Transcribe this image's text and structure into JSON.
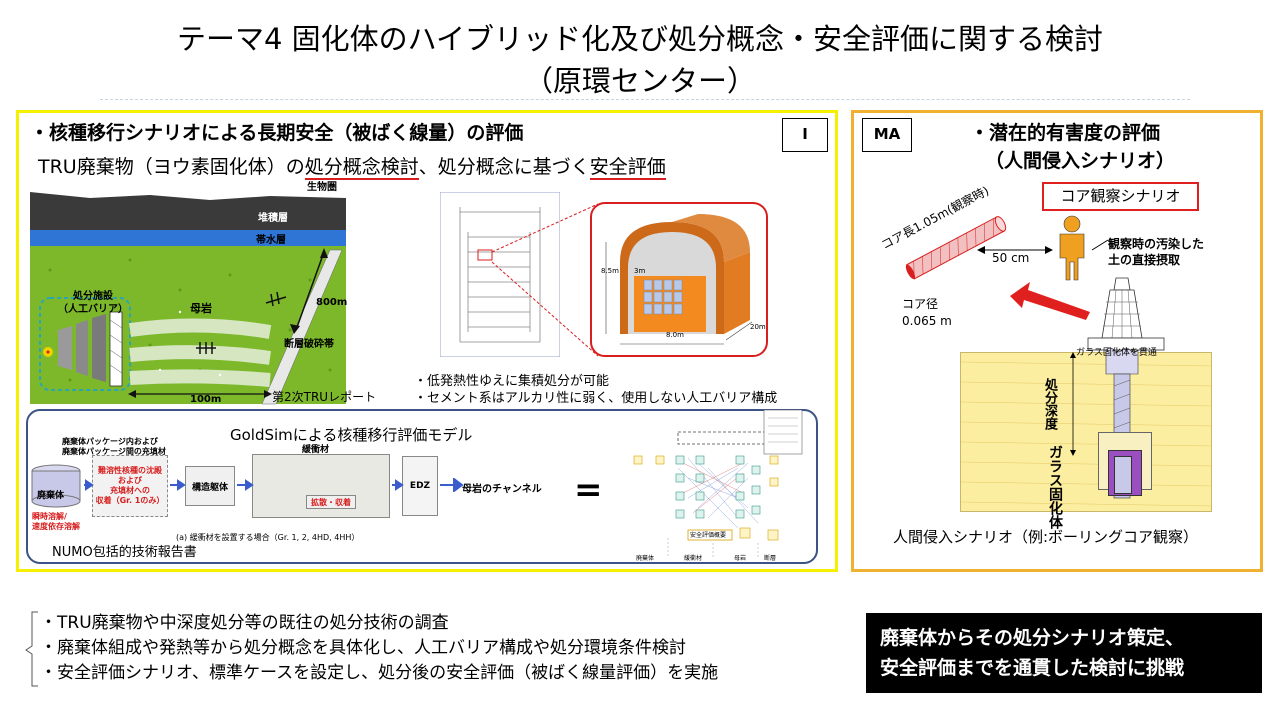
{
  "title": {
    "line1": "テーマ4  固化体のハイブリッド化及び処分概念・安全評価に関する検討",
    "line2": "（原環センター）"
  },
  "left_panel": {
    "heading": "・核種移行シナリオによる長期安全（被ばく線量）の評価",
    "badge": "I",
    "sub_pre": "TRU廃棄物（ヨウ素固化体）の",
    "sub_u1": "処分概念検討",
    "sub_mid": "、処分概念に基づく",
    "sub_u2": "安全評価",
    "geo": {
      "biosphere": "生物圏",
      "sediment": "堆積層",
      "aquifer": "帯水層",
      "facility_line1": "処分施設",
      "facility_line2": "（人工バリア）",
      "host_rock": "母岩",
      "fault": "断層破砕帯",
      "depth": "800m",
      "distance": "100m",
      "source": "第2次TRUレポート"
    },
    "tunnel_dims": {
      "h": "8.5m",
      "w": "8.0m",
      "l": "20m",
      "in": "3m"
    },
    "notes": [
      "・低発熱性ゆえに集積処分が可能",
      "・セメント系はアルカリ性に弱く、使用しない人工バリア構成"
    ],
    "goldsim": {
      "title": "GoldSimによる核種移行評価モデル",
      "pkg_label_line1": "廃棄体パッケージ内および",
      "pkg_label_line2": "廃棄体パッケージ間の充填材",
      "waste": "廃棄体",
      "dissolution_line1": "瞬時溶解/",
      "dissolution_line2": "速度依存溶解",
      "pkg_text_line1": "難溶性核種の沈殿",
      "pkg_text_line2": "および",
      "pkg_text_line3": "充填材への",
      "pkg_text_line4": "収着（Gr. 1のみ）",
      "structure": "構造躯体",
      "buffer": "緩衝材",
      "diffusion": "拡散・収着",
      "edz": "EDZ",
      "channel": "母岩のチャンネル",
      "equals": "=",
      "caption": "(a)  緩衝材を設置する場合（Gr. 1, 2, 4HD, 4HH）",
      "source": "NUMO包括的技術報告書",
      "model_labels": [
        "廃棄体",
        "緩衝材",
        "母岩",
        "断層"
      ],
      "model_box": "安全評価概要"
    }
  },
  "right_panel": {
    "badge": "MA",
    "heading1": "・潜在的有害度の評価",
    "heading2": "（人間侵入シナリオ）",
    "core_scenario": "コア観察シナリオ",
    "core_length": "コア長1.05m(観察時)",
    "distance": "50 cm",
    "observe_line1": "観察時の汚染した",
    "observe_line2": "土の直接摂取",
    "core_diam_line1": "コア径",
    "core_diam_line2": "0.065 m",
    "glass_through": "ガラス固化体を貫通",
    "disposal_depth": "処分深度",
    "glass_body_line1": "ガラス",
    "glass_body_line2": "固化体",
    "caption": "人間侵入シナリオ（例:ボーリングコア観察）"
  },
  "bottom": {
    "bullets": [
      "・TRU廃棄物や中深度処分等の既往の処分技術の調査",
      "・廃棄体組成や発熱等から処分概念を具体化し、人工バリア構成や処分環境条件検討",
      "・安全評価シナリオ、標準ケースを設定し、処分後の安全評価（被ばく線量評価）を実施"
    ],
    "challenge_line1": "廃棄体からその処分シナリオ策定、",
    "challenge_line2": "安全評価までを通貫した検討に挑戦"
  },
  "colors": {
    "left_border": "#f4f000",
    "right_border": "#f0b030",
    "goldsim_border": "#3b5386",
    "red": "#d81e1e",
    "geo_green": "#7cb82a",
    "aquifer_blue": "#2e75d6",
    "sediment_dark": "#3a3a3a"
  }
}
